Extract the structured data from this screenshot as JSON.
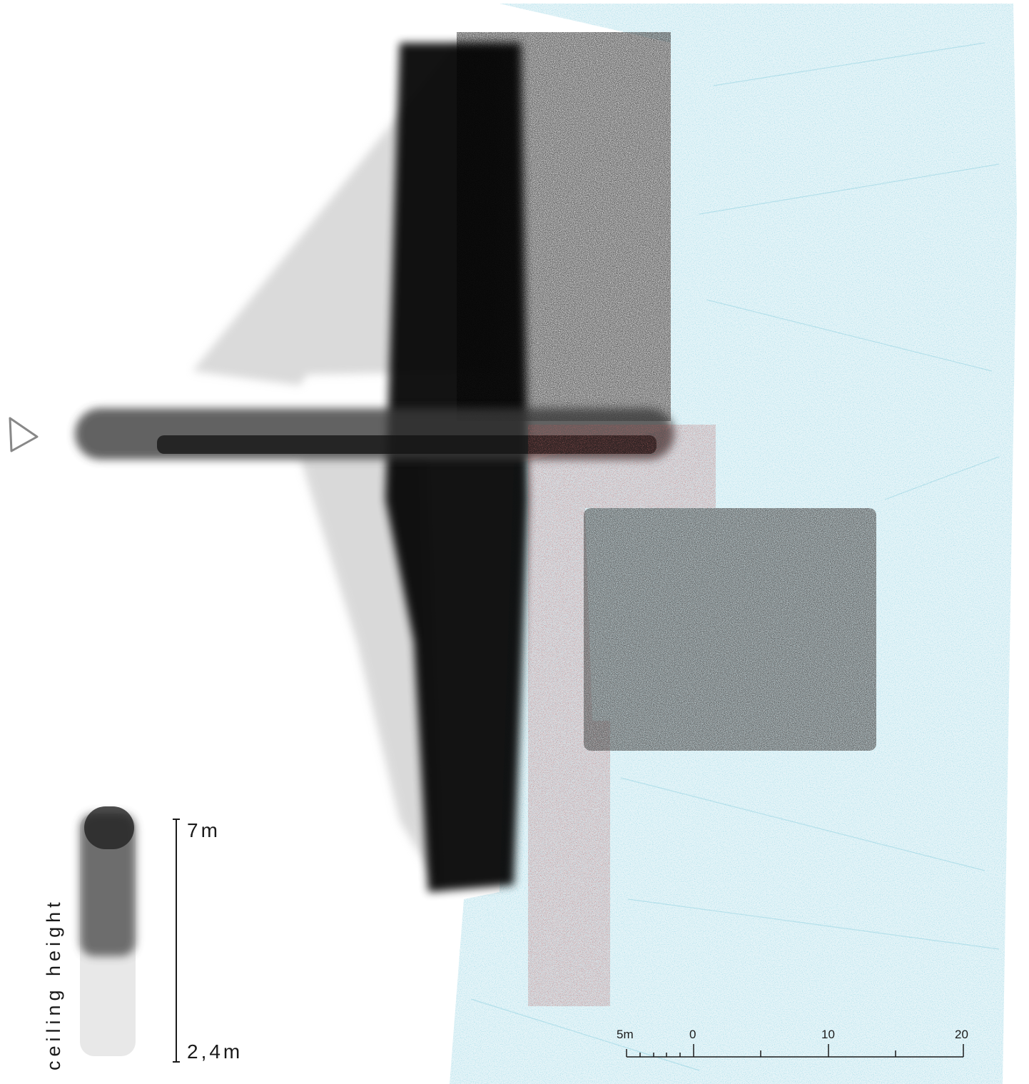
{
  "scale_bar": {
    "labels": [
      "5m",
      "0",
      "10",
      "20"
    ]
  },
  "ceiling_height": {
    "title": "ceiling height",
    "max_label": "7m",
    "min_label": "2,4m"
  },
  "colors": {
    "water": "#6fc3d6",
    "built_mass": "#111111",
    "red_zone": "#9b2a2a",
    "ink": "#1a1a1a"
  },
  "icons": {
    "entrance": "triangle-outline-icon"
  }
}
